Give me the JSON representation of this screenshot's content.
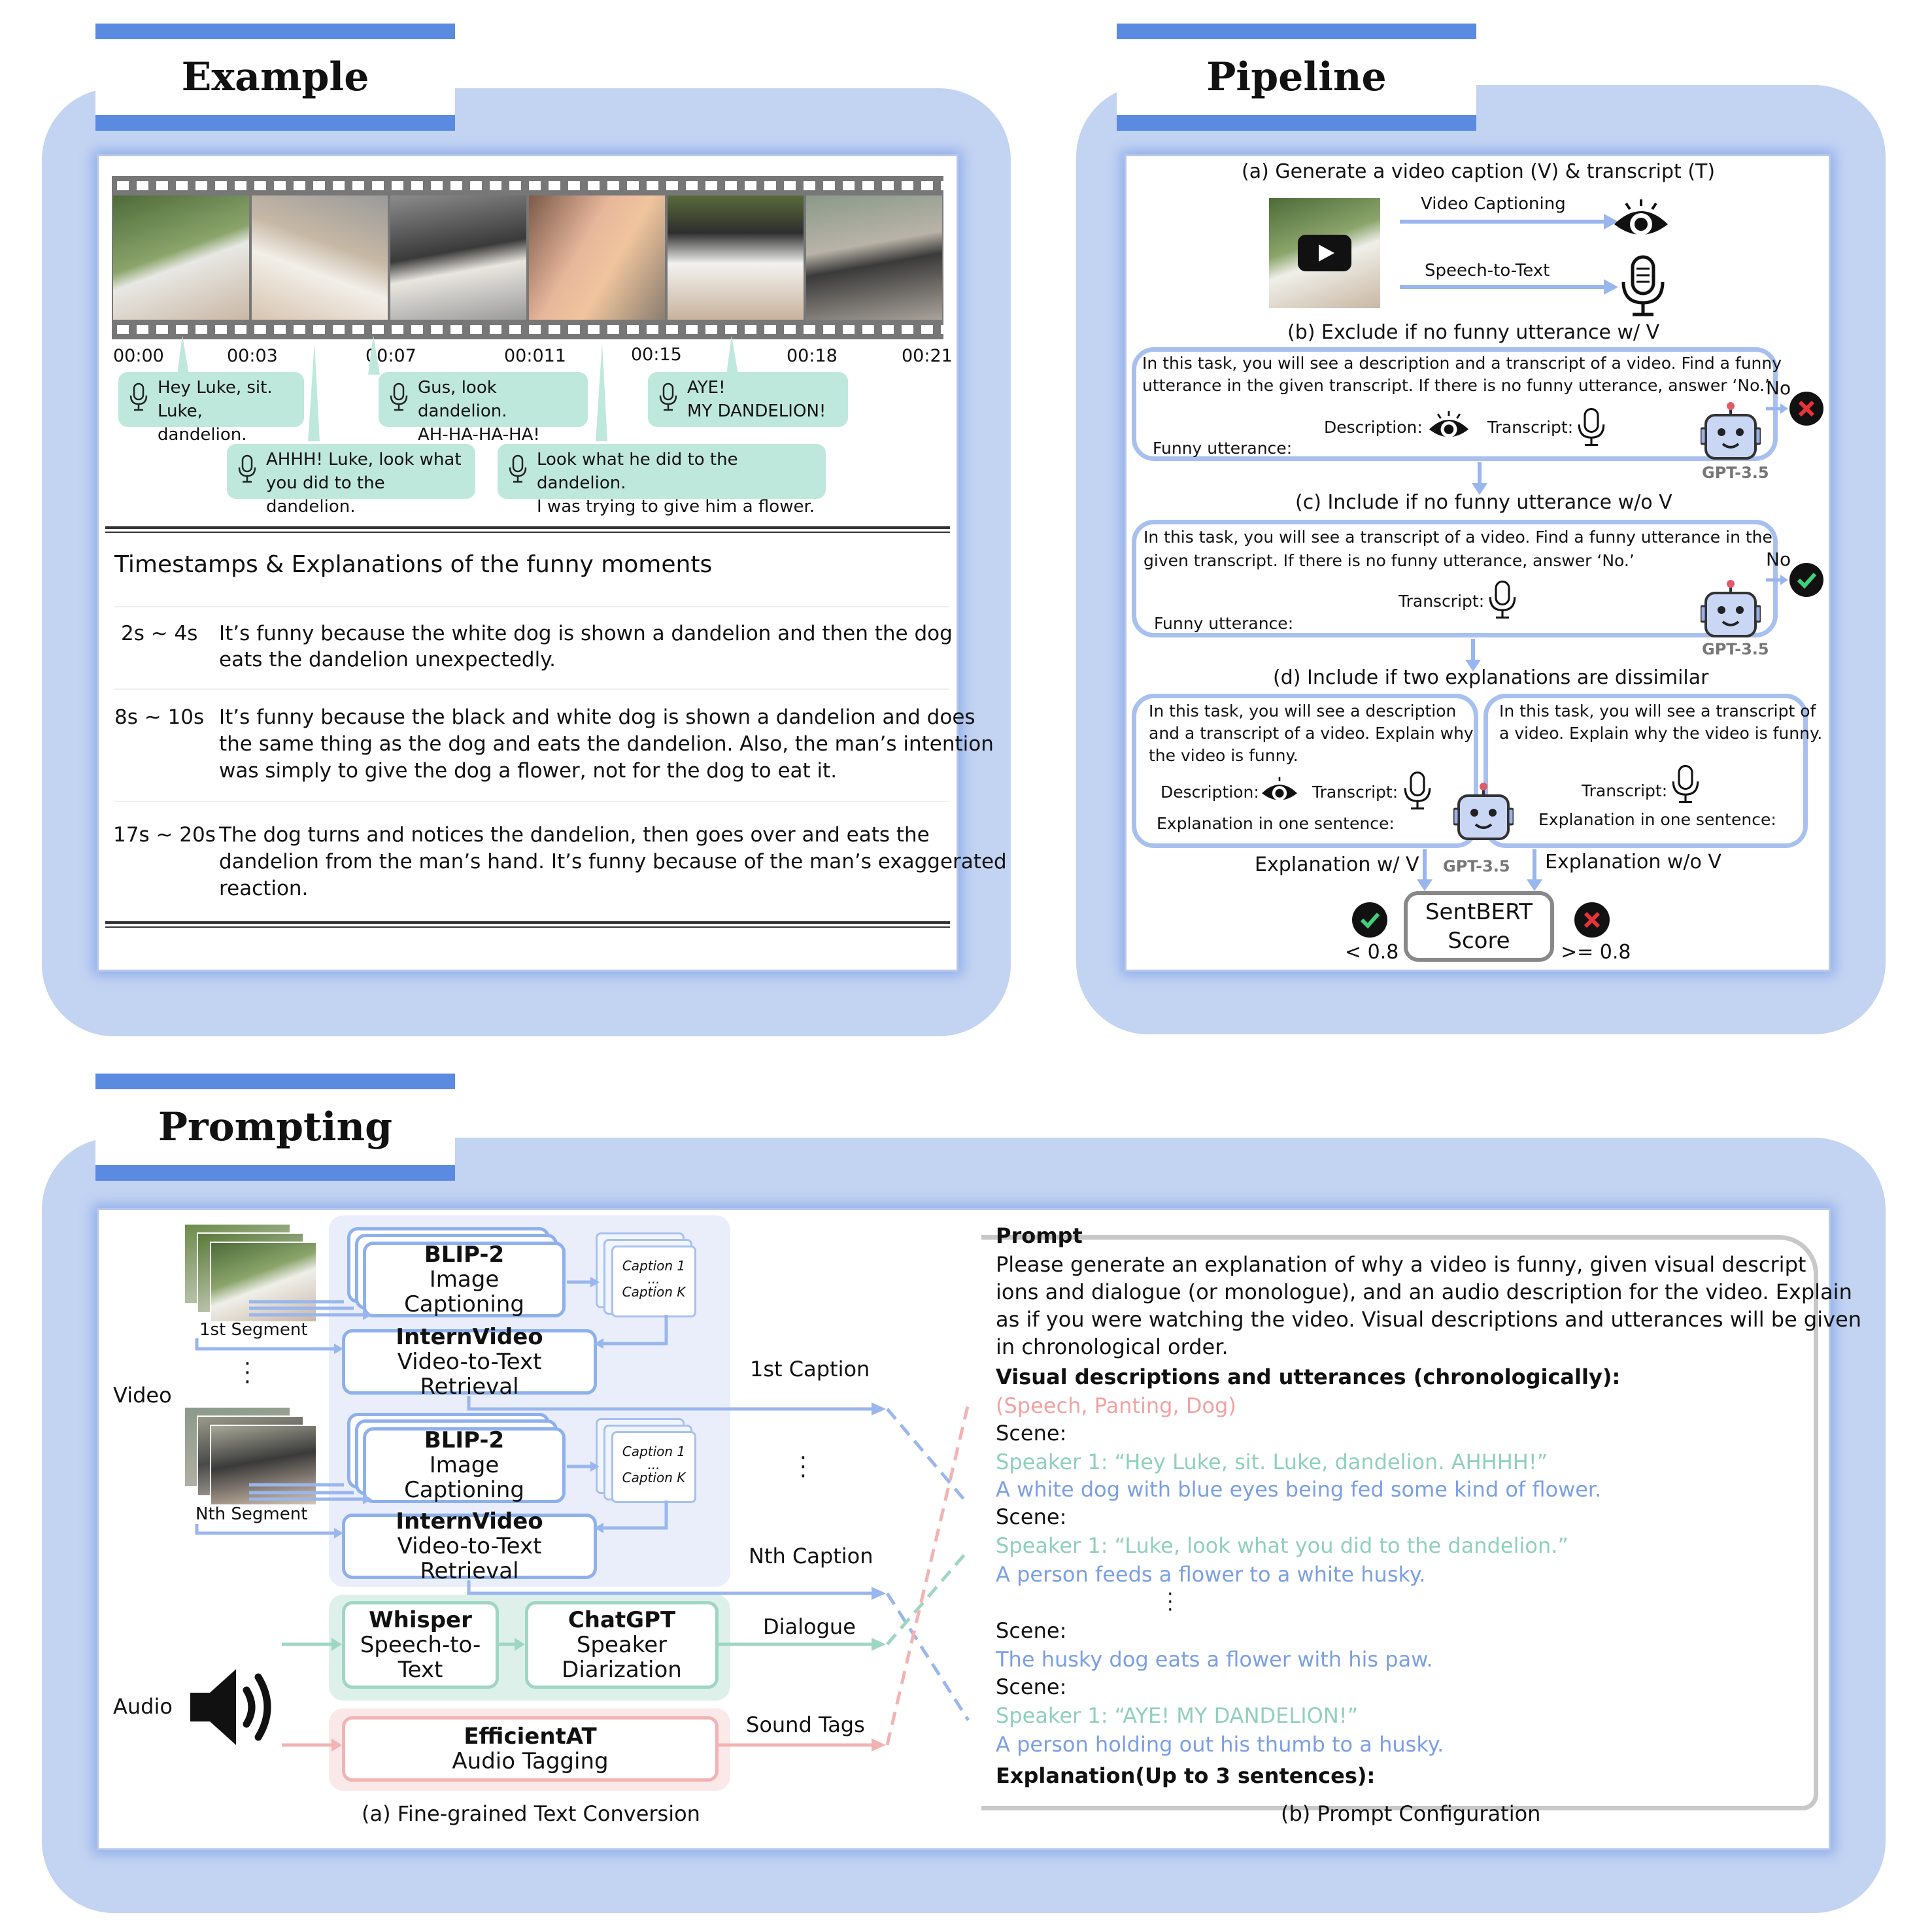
{
  "tabs": {
    "example": "Example",
    "pipeline": "Pipeline",
    "prompting": "Prompting"
  },
  "example": {
    "timestamps": [
      "00:00",
      "00:03",
      "00:07",
      "00:011",
      "00:15",
      "00:18",
      "00:21"
    ],
    "bubbles": [
      {
        "l1": "Hey Luke, sit.",
        "l2": "Luke, dandelion."
      },
      {
        "l1": "Gus, look dandelion.",
        "l2": "AH-HA-HA-HA!"
      },
      {
        "l1": "AYE!",
        "l2": "MY DANDELION!"
      },
      {
        "l1": "AHHH! Luke, look what",
        "l2": "you did to the dandelion."
      },
      {
        "l1": "Look what he did to the dandelion.",
        "l2": "I was trying to give him a flower."
      }
    ],
    "section_title": "Timestamps  &  Explanations of the funny moments",
    "rows": [
      {
        "time": "2s ~ 4s",
        "l1": "It’s funny because the white dog is shown a dandelion and then the dog",
        "l2": "eats the dandelion unexpectedly.",
        "l3": ""
      },
      {
        "time": "8s ~ 10s",
        "l1": "It’s funny because the black and white dog is shown a dandelion and does",
        "l2": "the same thing as  the dog and eats the dandelion. Also, the man’s intention",
        "l3": "was simply to give the dog a flower, not for the dog to eat it."
      },
      {
        "time": "17s ~ 20s",
        "l1": "The dog turns and notices the dandelion, then goes over and eats the",
        "l2": "dandelion from the man’s hand. It’s funny because of the man’s exaggerated",
        "l3": "reaction."
      }
    ]
  },
  "pipeline": {
    "a_title": "(a)  Generate a video caption (V)  & transcript (T)",
    "video_captioning": "Video Captioning",
    "speech_to_text": "Speech-to-Text",
    "b_title": "(b)  Exclude if no funny utterance w/  V",
    "b_l1": "In this task, you will see a description and a transcript of a video. Find a funny",
    "b_l2": "utterance in the given transcript. If there is no funny utterance, answer ‘No.’",
    "description": "Description:",
    "transcript": "Transcript:",
    "funny_utterance": "Funny utterance:",
    "no": "No",
    "gpt": "GPT-3.5",
    "c_title": "(c)  Include if no funny utterance w/o  V",
    "c_l1": "In this task, you will see a transcript of a video. Find a funny utterance in the",
    "c_l2": "given transcript. If there is no funny utterance, answer ‘No.’",
    "d_title": "(d)  Include if two explanations are dissimilar",
    "d_left_l1": "In this task, you will see a description",
    "d_left_l2": "and a transcript of a video. Explain why",
    "d_left_l3": "the video is funny.",
    "d_right_l1": "In this task, you will see a transcript of",
    "d_right_l2": "a video. Explain why the video is funny.",
    "explanation_one": "Explanation in one sentence:",
    "exp_wv": "Explanation w/ V",
    "exp_wov": "Explanation w/o V",
    "sentbert_l1": "SentBERT",
    "sentbert_l2": "Score",
    "lt": "< 0.8",
    "ge": ">= 0.8"
  },
  "prompting": {
    "video": "Video",
    "audio": "Audio",
    "seg1": "1st Segment",
    "segN": "Nth Segment",
    "blip_t": "BLIP-2",
    "blip_s": "Image Captioning",
    "caption1": "Caption 1",
    "ellipsis": "...",
    "captionK": "Caption K",
    "iv_t": "InternVideo",
    "iv_s": "Video-to-Text Retrieval",
    "first_caption": "1st Caption",
    "nth_caption": "Nth Caption",
    "whisper_t": "Whisper",
    "whisper_s1": "Speech-to-",
    "whisper_s2": "Text",
    "chatgpt_t": "ChatGPT",
    "chatgpt_s1": "Speaker",
    "chatgpt_s2": "Diarization",
    "dialogue": "Dialogue",
    "eff_t": "EfficientAT",
    "eff_s": "Audio Tagging",
    "sound_tags": "Sound Tags",
    "caption_a": "(a)  Fine-grained Text Conversion",
    "caption_b": "(b)  Prompt Configuration",
    "prompt_title": "Prompt",
    "prompt_lines": [
      "Please generate an explanation of why a video is funny, given visual descript",
      "ions and dialogue (or monologue), and an audio description for the video. Explain",
      "as if you were watching the video. Visual descriptions and utterances will be given",
      "in chronological order."
    ],
    "visual_head": "Visual descriptions and utterances (chronologically):",
    "sound_tags_val": "(Speech, Panting, Dog)",
    "scene": "Scene:",
    "s1_speaker": "Speaker 1: “Hey Luke, sit. Luke, dandelion. AHHHH!”",
    "s1_desc": "A white dog with blue eyes being fed some kind of flower.",
    "s2_speaker": "Speaker 1: “Luke, look what you did to the dandelion.”",
    "s2_desc": "A person feeds a flower to a white husky.",
    "s3_desc": "The husky dog eats a flower with his paw.",
    "s4_speaker": "Speaker 1: “AYE! MY DANDELION!”",
    "s4_desc": "A person holding out his thumb to a husky.",
    "explanation_head": "Explanation(Up to 3 sentences):"
  }
}
